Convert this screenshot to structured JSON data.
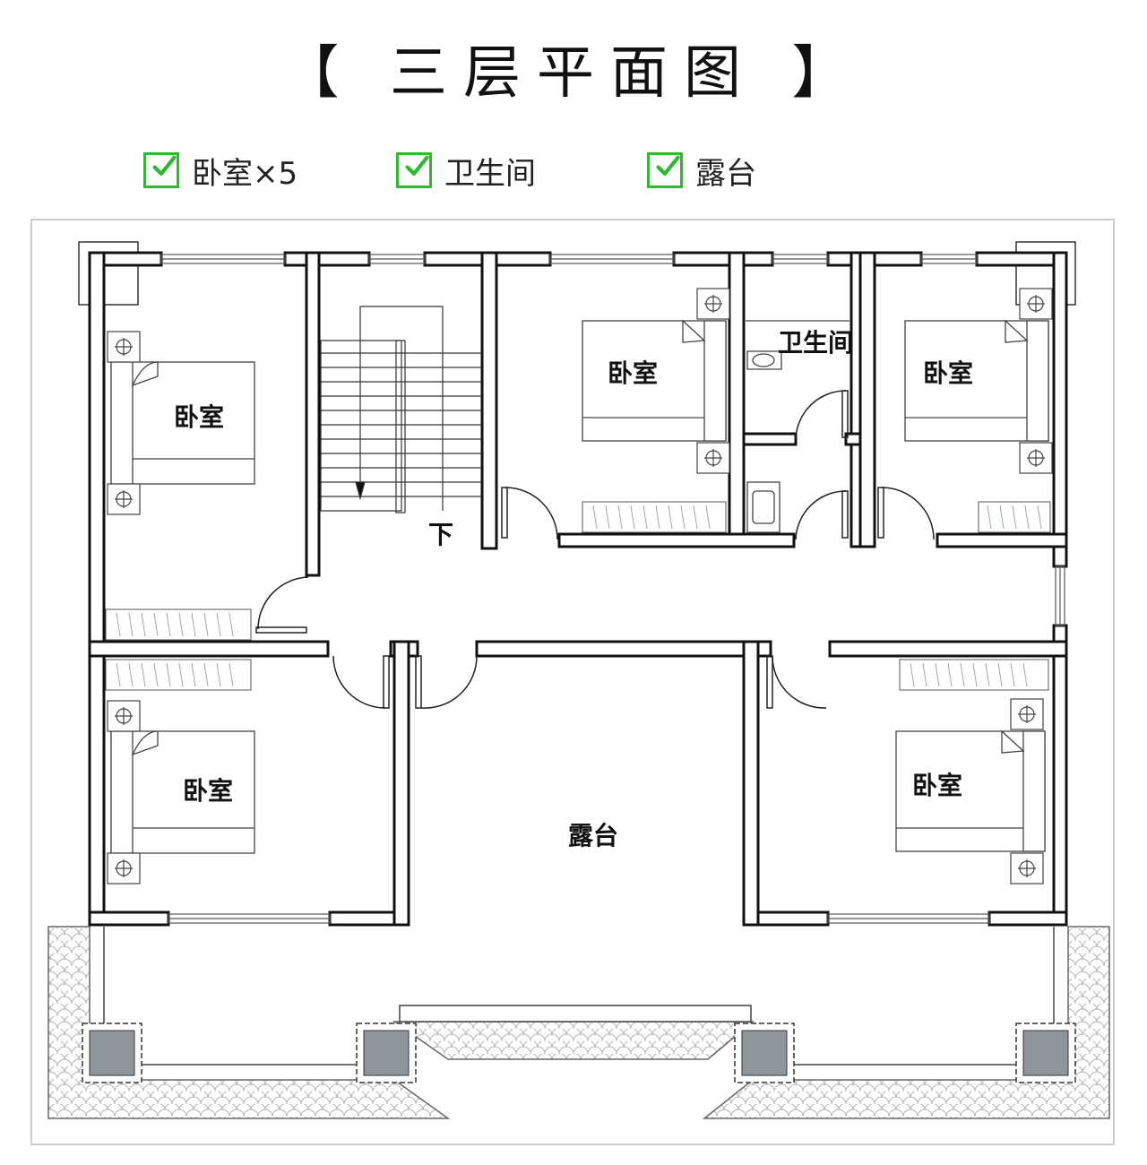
{
  "title": "【 三层平面图 】",
  "legend": [
    {
      "label": "卧室×5",
      "icon": "checkmark-icon"
    },
    {
      "label": "卫生间",
      "icon": "checkmark-icon"
    },
    {
      "label": "露台",
      "icon": "checkmark-icon"
    }
  ],
  "colors": {
    "check": "#2fb82f",
    "wall": "#111111",
    "pillar": "#8c9599",
    "tile": "#c8c8c8"
  },
  "rooms": {
    "bedroom_nw": "卧室",
    "bedroom_n1": "卧室",
    "bathroom": "卫生间",
    "bedroom_ne": "卧室",
    "bedroom_sw": "卧室",
    "bedroom_se": "卧室",
    "terrace": "露台",
    "stairs_down": "下"
  }
}
